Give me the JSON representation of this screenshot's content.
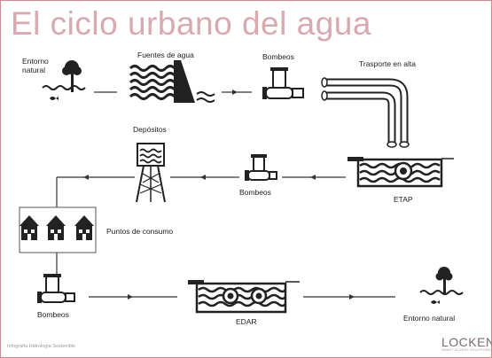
{
  "title": "El ciclo urbano del agua",
  "labels": {
    "entorno_natural_top": [
      "Entorno",
      "natural"
    ],
    "fuentes": "Fuentes de agua",
    "bombeos_top": "Bombeos",
    "transporte": "Trasporte en alta",
    "depositos": "Depósitos",
    "bombeos_mid": "Bombeos",
    "etap": "ETAP",
    "puntos": "Puntos de consumo",
    "bombeos_bottom": "Bombeos",
    "edar": "EDAR",
    "entorno_natural_bottom": "Entorno natural"
  },
  "credit": "Infografía Hidrología Sostenible",
  "logo": {
    "name": "LOCKEN",
    "tagline": "SMART ACCESS SOLUTIONS"
  },
  "colors": {
    "title": "#d7aab0",
    "frame": "#c98b93",
    "icons": "#222222"
  }
}
